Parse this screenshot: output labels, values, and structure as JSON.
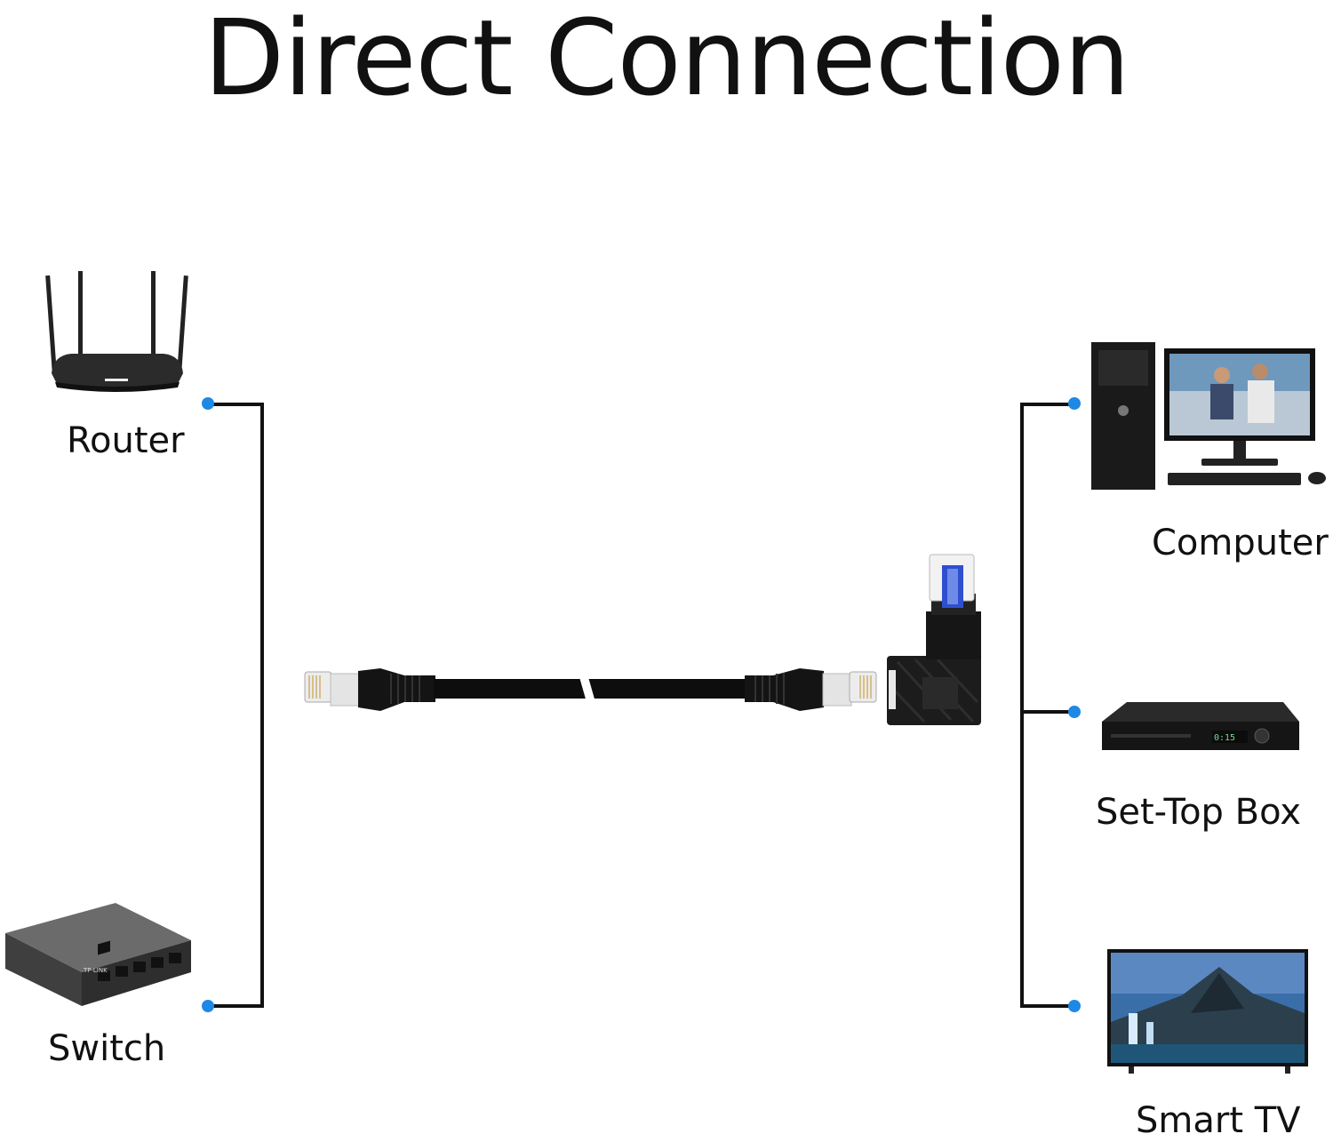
{
  "title": "Direct Connection",
  "devices": {
    "router": "Router",
    "switch": "Switch",
    "computer": "Computer",
    "set_top_box": "Set-Top Box",
    "smart_tv": "Smart TV"
  },
  "switch_brand": "TP-LINK",
  "colors": {
    "line": "#111111",
    "dot": "#1e88e5",
    "cable": "#0d0d0d",
    "plug_clip": "#2f4fd0",
    "monitor_screen": "#6f98bd",
    "tv_sky": "#3a6ea8"
  }
}
